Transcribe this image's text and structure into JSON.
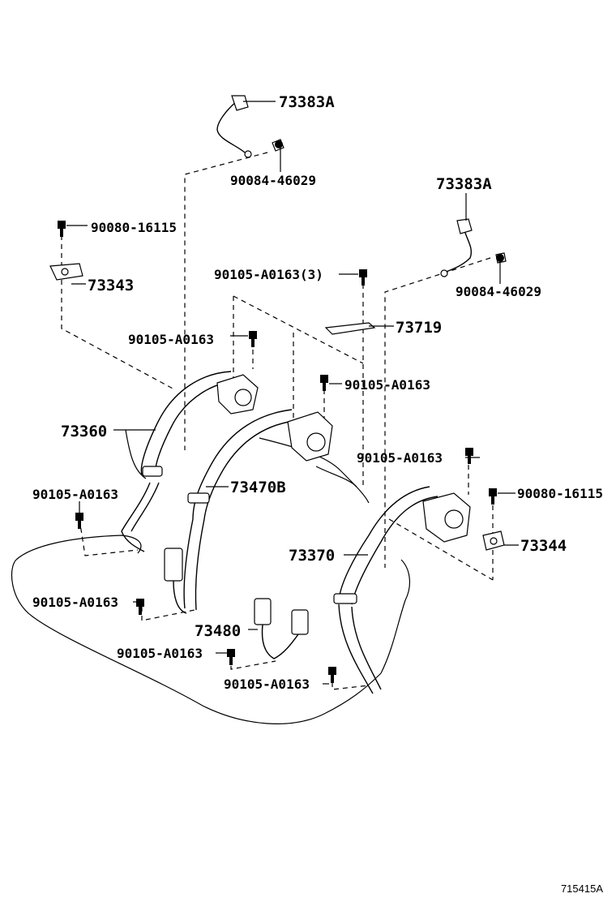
{
  "labels": {
    "p73383a_top": "73383A",
    "p90084_top": "90084-46029",
    "p73383a_right": "73383A",
    "p90084_right": "90084-46029",
    "p90080_left": "90080-16115",
    "p73343": "73343",
    "p90105_3": "90105-A0163(3)",
    "p73719": "73719",
    "p90105_a": "90105-A0163",
    "p90105_b": "90105-A0163",
    "p73360": "73360",
    "p90105_c": "90105-A0163",
    "p73470b": "73470B",
    "p90080_right": "90080-16115",
    "p90105_d": "90105-A0163",
    "p73344": "73344",
    "p73370": "73370",
    "p90105_e": "90105-A0163",
    "p73480": "73480",
    "p90105_f": "90105-A0163",
    "p90105_g": "90105-A0163"
  },
  "figure_ref": "715415A"
}
